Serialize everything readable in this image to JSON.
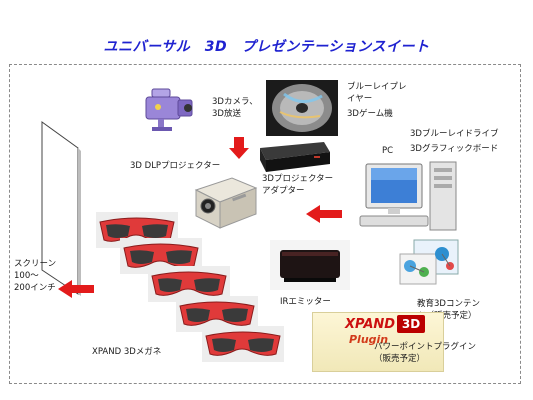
{
  "title": "ユニバーサル　3D　プレゼンテーションスイート",
  "colors": {
    "title": "#1f22d0",
    "arrow": "#e31b1b",
    "glasses": "#e03a3a",
    "frame": "#8a8a8a"
  },
  "labels": {
    "camera": "3Dカメラ、\n3D放送",
    "bluray_player": "ブルーレイプレ\nイヤー",
    "game": "3Dゲーム機",
    "bluray_drive": "3Dブルーレイドライブ",
    "graphic_board": "3Dグラフィックボード",
    "pc": "PC",
    "dlp_projector": "3D DLPプロジェクター",
    "adapter": "3Dプロジェクター\nアダプター",
    "screen": "スクリーン\n100～\n200インチ",
    "ir_emitter": "IRエミッター",
    "education": "教育3Dコンテン\nツ（販売予定）",
    "glasses": "XPAND 3Dメガネ",
    "plugin": "パワーポイントプラグイン\n（販売予定）"
  },
  "plugin_logo": {
    "brand": "XPAND",
    "badge": "3D",
    "word": "Plugin"
  },
  "icons": [
    "video-camera-icon",
    "disc-icon",
    "projector-adapter-icon",
    "projector-icon",
    "pc-icon",
    "ir-emitter-icon",
    "education-content-icon",
    "3d-glasses-icon",
    "screen-icon"
  ]
}
